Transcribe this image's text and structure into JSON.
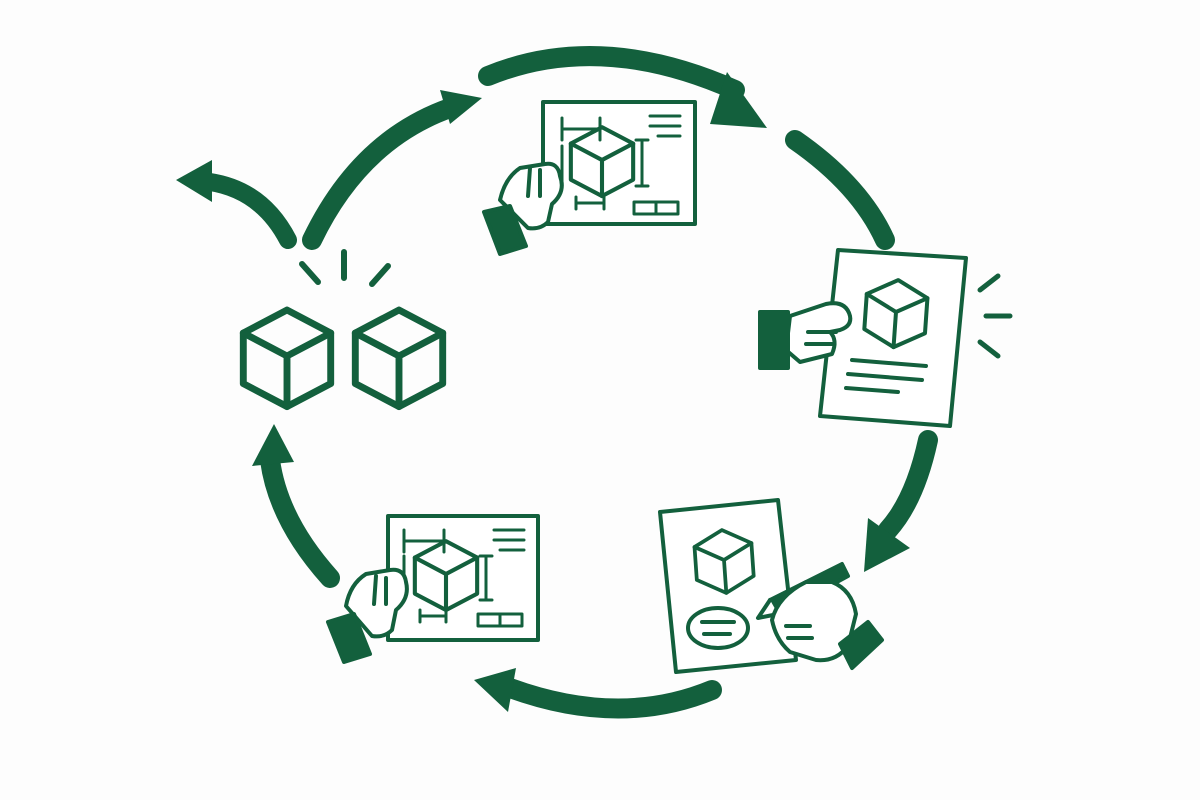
{
  "diagram": {
    "kind": "cycle",
    "colors": {
      "ink": "#13603d",
      "paper": "#ffffff",
      "background": "#fdfdfd"
    },
    "steps": [
      {
        "id": "design-blueprint",
        "icon": "blueprint-in-hand-icon"
      },
      {
        "id": "present-proposal",
        "icon": "document-presented-icon"
      },
      {
        "id": "review-and-sign",
        "icon": "document-signing-icon"
      },
      {
        "id": "revise-blueprint",
        "icon": "blueprint-in-hand-icon"
      },
      {
        "id": "deliver-products",
        "icon": "twin-boxes-icon"
      }
    ],
    "connectors": [
      {
        "from": "design-blueprint",
        "to": "present-proposal",
        "icon": "curved-arrow-icon"
      },
      {
        "from": "present-proposal",
        "to": "review-and-sign",
        "icon": "curved-arrow-icon"
      },
      {
        "from": "review-and-sign",
        "to": "revise-blueprint",
        "icon": "curved-arrow-icon"
      },
      {
        "from": "revise-blueprint",
        "to": "deliver-products",
        "icon": "curved-arrow-icon"
      },
      {
        "from": "deliver-products",
        "to": "design-blueprint",
        "icon": "curved-arrow-icon"
      },
      {
        "from": "deliver-products",
        "to": "exit",
        "icon": "exit-arrow-icon"
      }
    ]
  }
}
